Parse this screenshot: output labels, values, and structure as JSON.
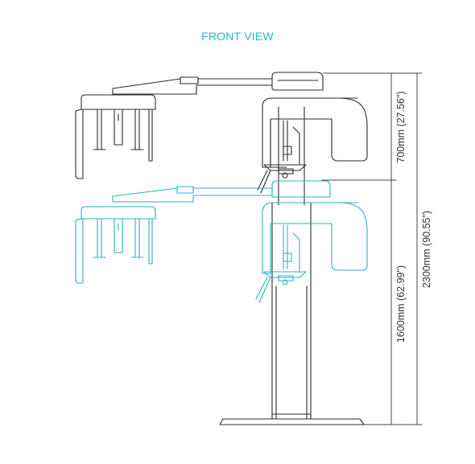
{
  "title": "FRONT VIEW",
  "dimensions": {
    "upper_height": "700mm (27.56\")",
    "total_height": "2300mm (90.55\")",
    "lower_height": "1600mm (62.99\")"
  },
  "colors": {
    "title": "#26b8c4",
    "raised_outline": "#2b2b2b",
    "lowered_outline": "#2ab0bf",
    "dimension_lines": "#444444",
    "background": "#ffffff"
  }
}
